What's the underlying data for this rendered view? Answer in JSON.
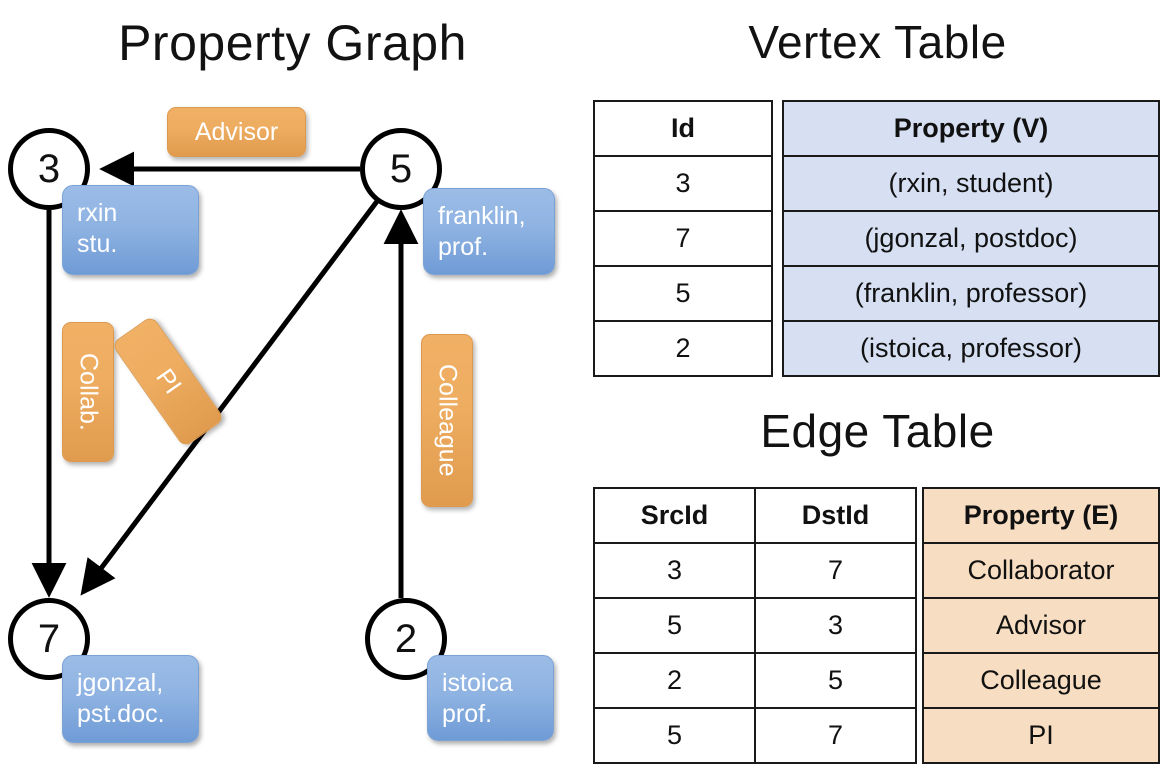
{
  "titles": {
    "property_graph": "Property Graph",
    "vertex_table": "Vertex Table",
    "edge_table": "Edge Table"
  },
  "graph": {
    "nodes": [
      {
        "id": "3",
        "property": "rxin\nstu."
      },
      {
        "id": "5",
        "property": "franklin,\nprof."
      },
      {
        "id": "7",
        "property": "jgonzal,\npst.doc."
      },
      {
        "id": "2",
        "property": "istoica\nprof."
      }
    ],
    "node_labels": {
      "n3": "3",
      "n5": "5",
      "n7": "7",
      "n2": "2"
    },
    "property_boxes": {
      "rxin_line1": "rxin",
      "rxin_line2": "stu.",
      "franklin_line1": "franklin,",
      "franklin_line2": "prof.",
      "jgonzal_line1": "jgonzal,",
      "jgonzal_line2": "pst.doc.",
      "istoica_line1": "istoica",
      "istoica_line2": "prof."
    },
    "edge_labels": {
      "advisor": "Advisor",
      "collab": "Collab.",
      "pi": "PI",
      "colleague": "Colleague"
    },
    "edges": [
      {
        "src": "5",
        "dst": "3",
        "label": "Advisor"
      },
      {
        "src": "3",
        "dst": "7",
        "label": "Collab."
      },
      {
        "src": "5",
        "dst": "7",
        "label": "PI"
      },
      {
        "src": "2",
        "dst": "5",
        "label": "Colleague"
      }
    ]
  },
  "vertex_table": {
    "headers": {
      "id": "Id",
      "property": "Property (V)"
    },
    "rows": [
      {
        "id": "3",
        "property": "(rxin, student)"
      },
      {
        "id": "7",
        "property": "(jgonzal, postdoc)"
      },
      {
        "id": "5",
        "property": "(franklin, professor)"
      },
      {
        "id": "2",
        "property": "(istoica, professor)"
      }
    ]
  },
  "edge_table": {
    "headers": {
      "src": "SrcId",
      "dst": "DstId",
      "property": "Property (E)"
    },
    "rows": [
      {
        "src": "3",
        "dst": "7",
        "property": "Collaborator"
      },
      {
        "src": "5",
        "dst": "3",
        "property": "Advisor"
      },
      {
        "src": "2",
        "dst": "5",
        "property": "Colleague"
      },
      {
        "src": "5",
        "dst": "7",
        "property": "PI"
      }
    ]
  },
  "colors": {
    "vertex_property_fill": "#d6e0f2",
    "edge_property_fill": "#f7ddc1",
    "node_box_blue": "#8fb3e2",
    "edge_label_orange": "#eead61",
    "stroke": "#000000"
  }
}
